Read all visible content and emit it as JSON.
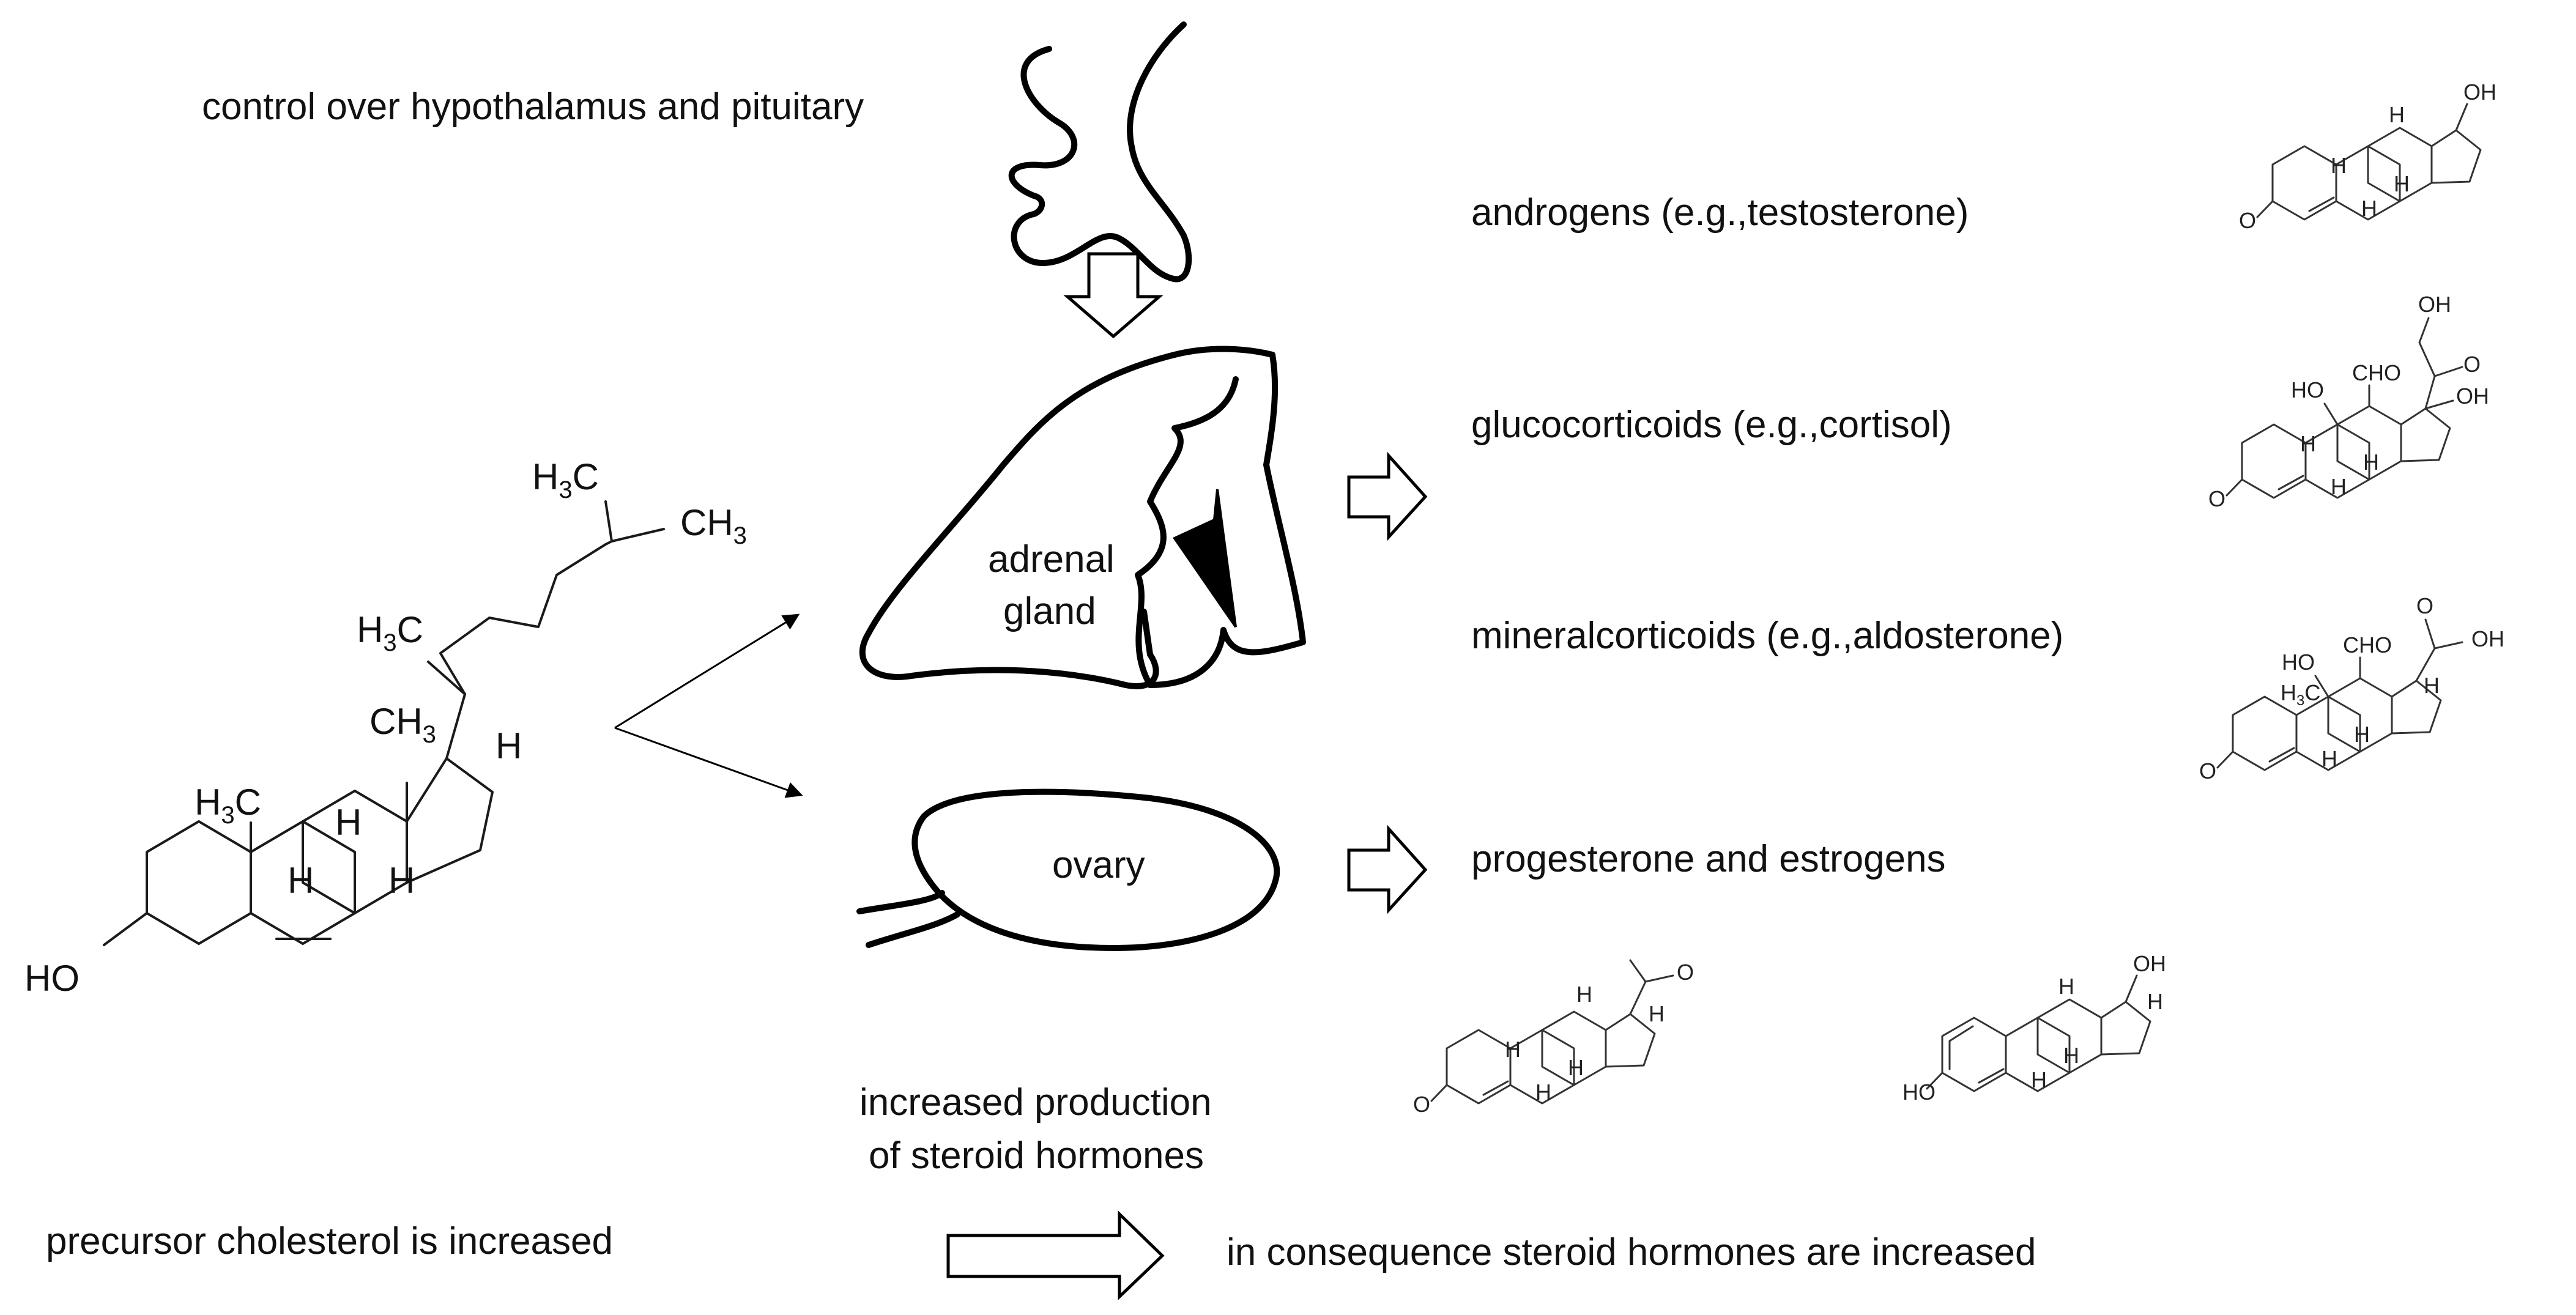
{
  "labels": {
    "control": "control over hypothalamus and pituitary",
    "adrenal_line1": "adrenal",
    "adrenal_line2": "gland",
    "ovary": "ovary",
    "androgens": "androgens (e.g.,testosterone)",
    "glucocorticoids": "glucocorticoids (e.g.,cortisol)",
    "mineralcorticoids": "mineralcorticoids (e.g.,aldosterone)",
    "progesterone_estrogens": "progesterone and estrogens",
    "increased_line1": "increased production",
    "increased_line2": "of steroid hormones",
    "precursor": "precursor cholesterol is increased",
    "consequence": "in consequence steroid hormones are increased"
  },
  "cholesterol": {
    "ho": "HO",
    "h3c_a": "H3C",
    "h3c_b": "H3C",
    "h3c_c": "H3C",
    "ch3_a": "CH3",
    "ch3_b": "CH3",
    "h1": "H",
    "h2": "H",
    "h3": "H",
    "h4": "H"
  },
  "structures": {
    "testosterone": {
      "oh": "OH",
      "o": "O",
      "h": "H"
    },
    "cortisol": {
      "oh1": "OH",
      "oh2": "OH",
      "ho": "HO",
      "cho": "CHO",
      "o1": "O",
      "o2": "O",
      "h": "H"
    },
    "aldosterone": {
      "oh": "OH",
      "ho": "HO",
      "cho": "CHO",
      "h3c": "H3C",
      "o1": "O",
      "o2": "O",
      "h": "H"
    },
    "progesterone": {
      "o1": "O",
      "o2": "O",
      "h": "H"
    },
    "estradiol": {
      "oh": "OH",
      "ho": "HO",
      "h": "H"
    }
  }
}
